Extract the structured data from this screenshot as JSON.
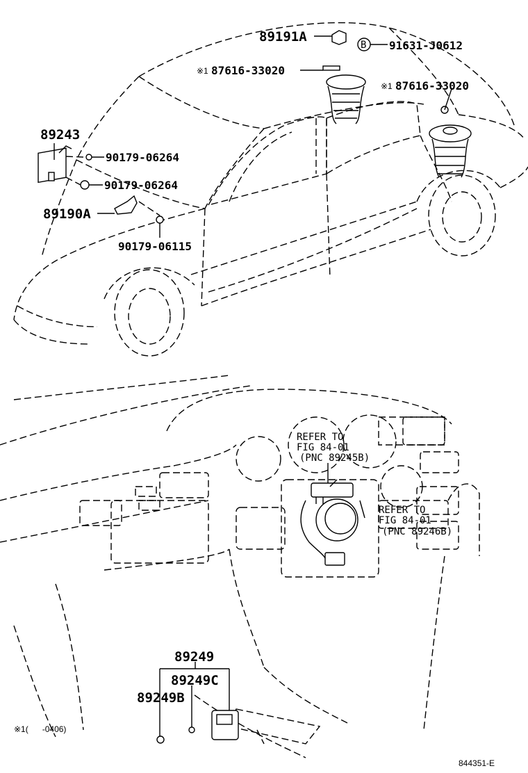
{
  "top": {
    "labels": {
      "p89191A": "89191A",
      "p91631": "91631-J0612",
      "bolt_marker": "B",
      "p87616_left": "87616-33020",
      "p87616_right": "87616-33020",
      "note_mark_left": "※1",
      "note_mark_right": "※1",
      "p89243": "89243",
      "p90179_a": "90179-06264",
      "p90179_b": "90179-06264",
      "p89190A": "89190A",
      "p90179_c": "90179-06115"
    }
  },
  "bottom": {
    "refer1": [
      "REFER TO",
      "FIG 84-01",
      "(PNC 89245B)"
    ],
    "refer2": [
      "REFER TO",
      "FIG 84-01",
      "(PNC 89246B)"
    ],
    "labels": {
      "p89249": "89249",
      "p89249C": "89249C",
      "p89249B": "89249B"
    }
  },
  "footnote": "※1(      -0406)",
  "figure_id": "844351-E"
}
